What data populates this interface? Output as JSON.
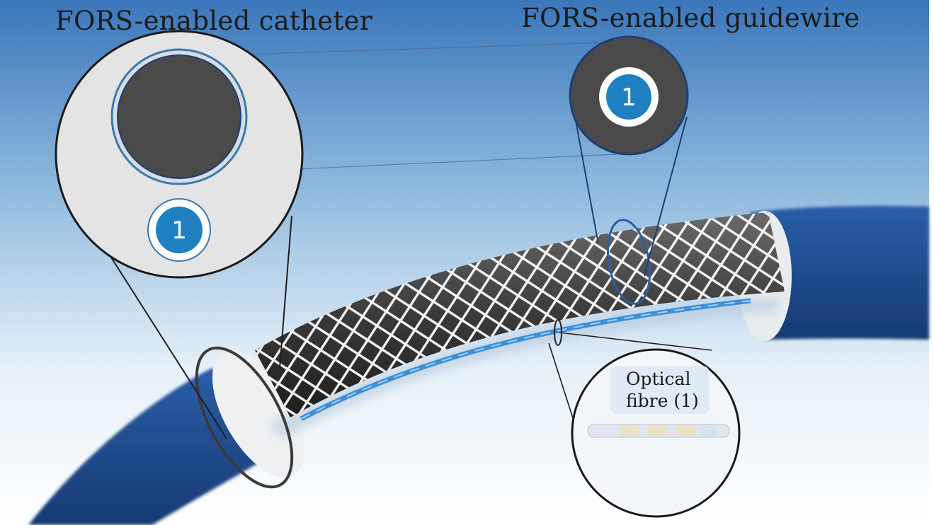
{
  "titles": {
    "catheter": "FORS-enabled catheter",
    "guidewire": "FORS-enabled guidewire"
  },
  "badges": {
    "catheter_fibre": "1",
    "guidewire_fibre": "1"
  },
  "fibre_label": {
    "line1": "Optical",
    "line2": "fibre (1)"
  },
  "colors": {
    "sky_top": "#3f7bbd",
    "sky_bottom": "#ffffff",
    "tube_blue": "#1f4a8c",
    "braid_dark": "#3b3b3b",
    "braid_wire": "#f2f2f2",
    "fibre_blue": "#3d8fd6",
    "badge_blue": "#1e7fc1",
    "lens_fill": "#e6e6e6"
  }
}
